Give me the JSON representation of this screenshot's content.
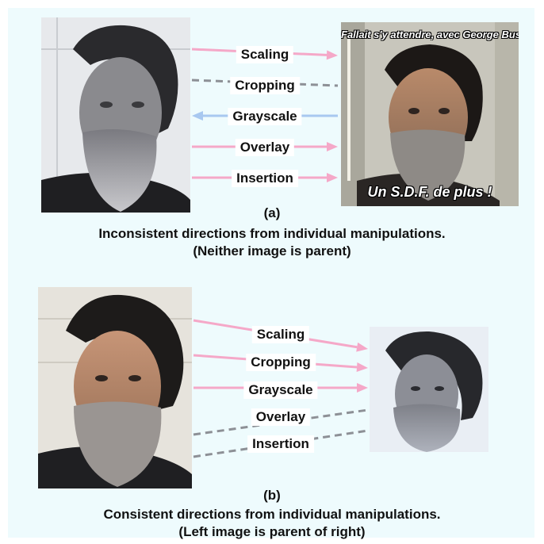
{
  "panel_a": {
    "letter": "(a)",
    "caption_line1": "Inconsistent directions from individual manipulations.",
    "caption_line2": "(Neither image is parent)",
    "right_image_text_top": "Fallait s'y attendre, avec George Bush !",
    "right_image_text_bottom": "Un S.D.F. de plus !",
    "edges": [
      {
        "label": "Scaling",
        "style": "solid",
        "color": "#f5a8c8",
        "direction": "left-to-right"
      },
      {
        "label": "Cropping",
        "style": "dashed",
        "color": "#8d9096",
        "direction": "none"
      },
      {
        "label": "Grayscale",
        "style": "solid",
        "color": "#a8c8f0",
        "direction": "right-to-left"
      },
      {
        "label": "Overlay",
        "style": "solid",
        "color": "#f5a8c8",
        "direction": "left-to-right"
      },
      {
        "label": "Insertion",
        "style": "solid",
        "color": "#f5a8c8",
        "direction": "left-to-right"
      }
    ]
  },
  "panel_b": {
    "letter": "(b)",
    "caption_line1": "Consistent directions from individual manipulations.",
    "caption_line2": "(Left image is parent of right)",
    "edges": [
      {
        "label": "Scaling",
        "style": "solid",
        "color": "#f5a8c8",
        "direction": "left-to-right"
      },
      {
        "label": "Cropping",
        "style": "solid",
        "color": "#f5a8c8",
        "direction": "left-to-right"
      },
      {
        "label": "Grayscale",
        "style": "solid",
        "color": "#f5a8c8",
        "direction": "left-to-right"
      },
      {
        "label": "Overlay",
        "style": "dashed",
        "color": "#8d9096",
        "direction": "none"
      },
      {
        "label": "Insertion",
        "style": "dashed",
        "color": "#8d9096",
        "direction": "none"
      }
    ]
  },
  "colors": {
    "background": "#eefbfd",
    "pink_arrow": "#f5a8c8",
    "blue_arrow": "#a8c8f0",
    "gray_dashed": "#8d9096"
  }
}
